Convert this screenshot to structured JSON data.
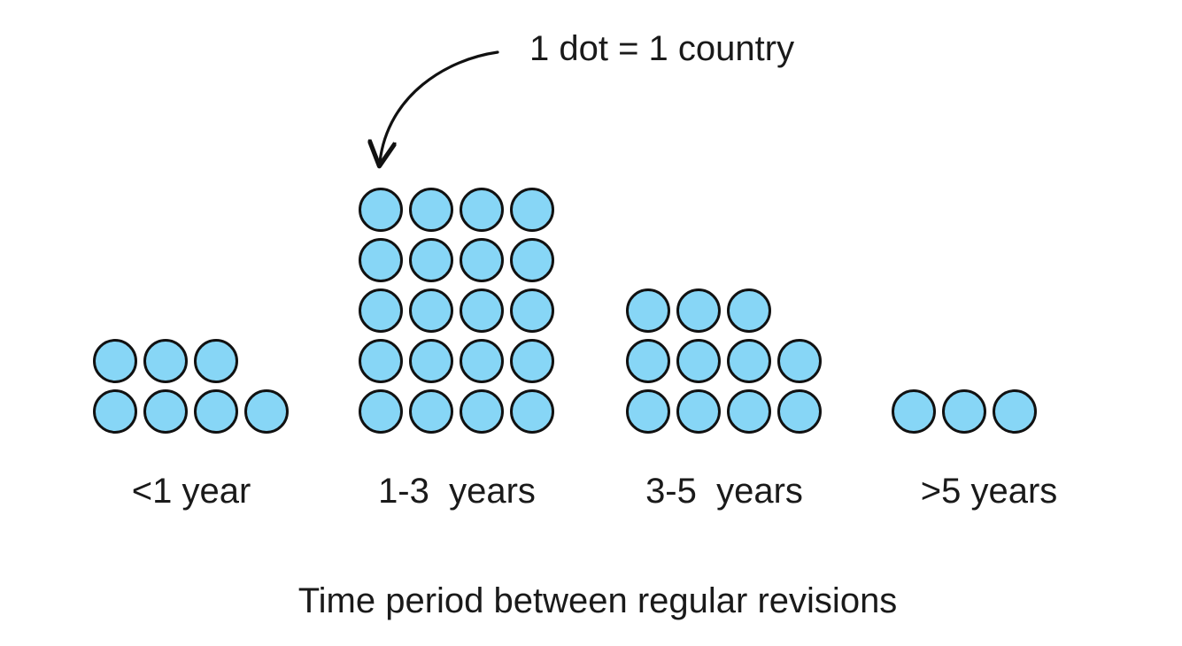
{
  "chart_data": {
    "type": "pictograph-dot-plot",
    "title": "Time period between regular revisions",
    "legend": "1 dot = 1 country",
    "unit_per_dot": "1 country",
    "categories": [
      "<1 year",
      "1-3  years",
      "3-5  years",
      ">5 years"
    ],
    "values": [
      7,
      20,
      11,
      3
    ],
    "dot_rows": [
      [
        3,
        4
      ],
      [
        4,
        4,
        4,
        4,
        4
      ],
      [
        3,
        4,
        4
      ],
      [
        3
      ]
    ],
    "layout_hints": {
      "axes": "none",
      "grid": false,
      "legend_position": "top-center with curved arrow pointing to tallest column",
      "columns_bottom_aligned": true
    },
    "colors": {
      "dot_fill": "#87d6f6",
      "dot_stroke": "#111111",
      "text": "#1a1a1a",
      "background": "#ffffff"
    }
  }
}
